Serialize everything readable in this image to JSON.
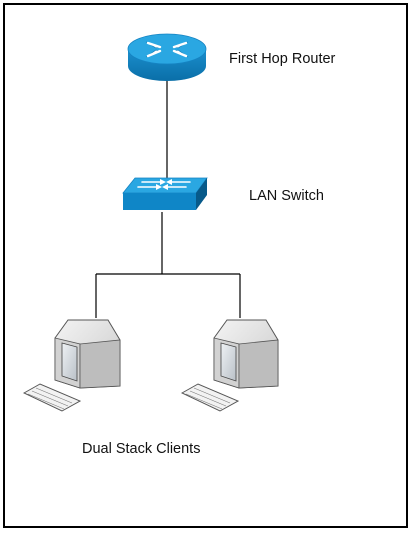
{
  "diagram": {
    "router": {
      "label": "First Hop Router",
      "icon": "router-icon"
    },
    "switch": {
      "label": "LAN Switch",
      "icon": "switch-icon"
    },
    "clients": {
      "label": "Dual Stack Clients",
      "icon": "workstation-icon",
      "count": 2
    },
    "colors": {
      "device_top": "#1e9ad6",
      "device_side": "#0a6fa8",
      "device_dark": "#075a8a",
      "line": "#000000",
      "monitor_body": "#e6e6e6",
      "screen": "#d8dde2"
    }
  }
}
